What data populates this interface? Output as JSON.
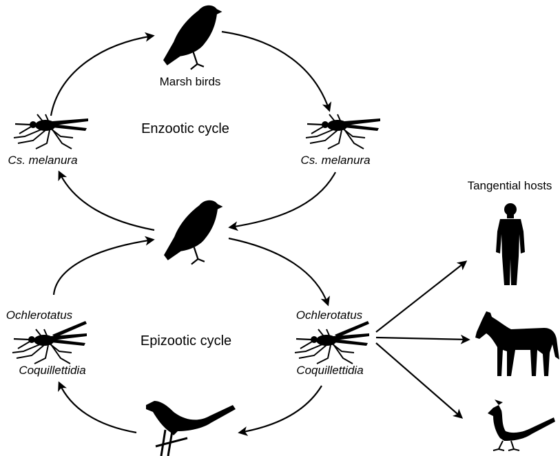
{
  "labels": {
    "marsh_birds": "Marsh birds",
    "enzootic_cycle": "Enzootic cycle",
    "epizootic_cycle": "Epizootic cycle",
    "tangential_hosts": "Tangential hosts",
    "cs_melanura_left": "Cs. melanura",
    "cs_melanura_right": "Cs. melanura",
    "ochlerotatus_left": "Ochlerotatus",
    "coquillettidia_left": "Coquillettidia",
    "ochlerotatus_right": "Ochlerotatus",
    "coquillettidia_right": "Coquillettidia"
  },
  "icons": {
    "marsh_bird": "songbird-silhouette-icon",
    "central_bird": "songbird-silhouette-icon",
    "mosquito": "mosquito-silhouette-icon",
    "bottom_bird": "long-tailed-bird-silhouette-icon",
    "human": "human-silhouette-icon",
    "horse": "horse-silhouette-icon",
    "pheasant": "pheasant-silhouette-icon"
  },
  "colors": {
    "ink": "#000000",
    "background": "#ffffff"
  }
}
